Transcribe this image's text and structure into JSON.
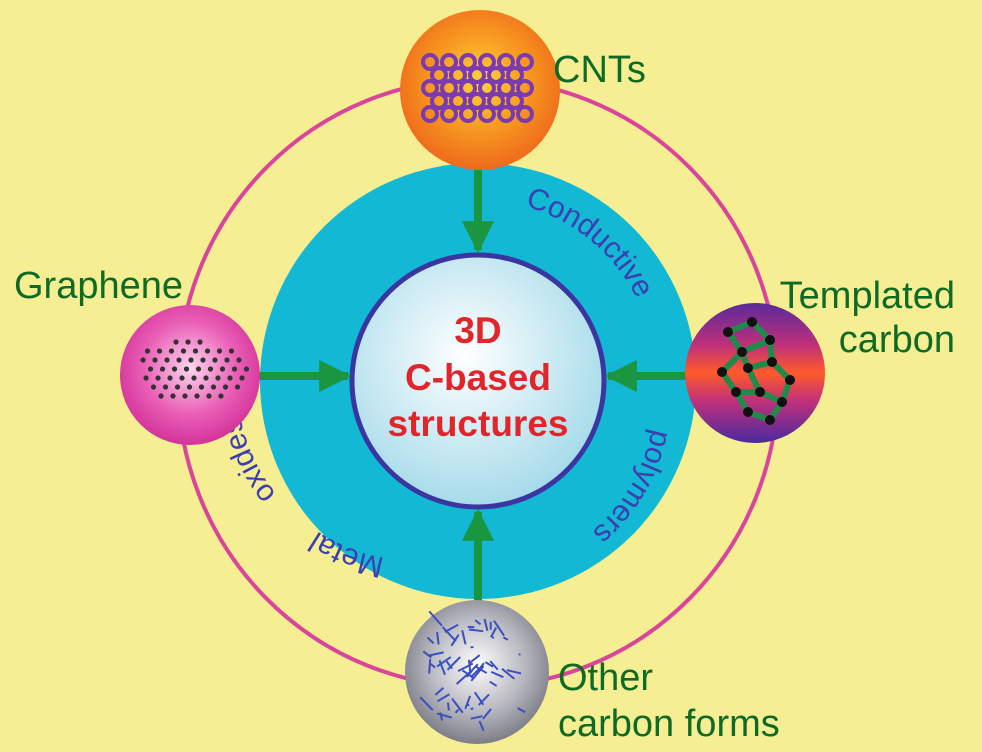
{
  "diagram": {
    "center": {
      "lines": [
        "3D",
        "C-based",
        "structures"
      ]
    },
    "ring_labels": {
      "left": [
        "Metal",
        "oxides"
      ],
      "right": [
        "Conductive",
        "polymers"
      ]
    },
    "nodes": {
      "top": {
        "label": [
          "CNTs"
        ],
        "icon": "carbon-nanotube"
      },
      "left": {
        "label": [
          "Graphene"
        ],
        "icon": "graphene-sheet"
      },
      "right": {
        "label": [
          "Templated",
          "carbon"
        ],
        "icon": "templated-carbon-lattice"
      },
      "bottom": {
        "label": [
          "Other",
          "carbon forms"
        ],
        "icon": "carbon-network"
      }
    },
    "colors": {
      "background": "#f5ee93",
      "outer_ring": "#d9459a",
      "middle_disc": "#12b8d4",
      "inner_disc_edge": "#3a35a0",
      "arrow": "#1a9640",
      "node_label": "#0f6a25",
      "center_text": "#e0262a",
      "ring_text": "#3b3fb0"
    }
  }
}
